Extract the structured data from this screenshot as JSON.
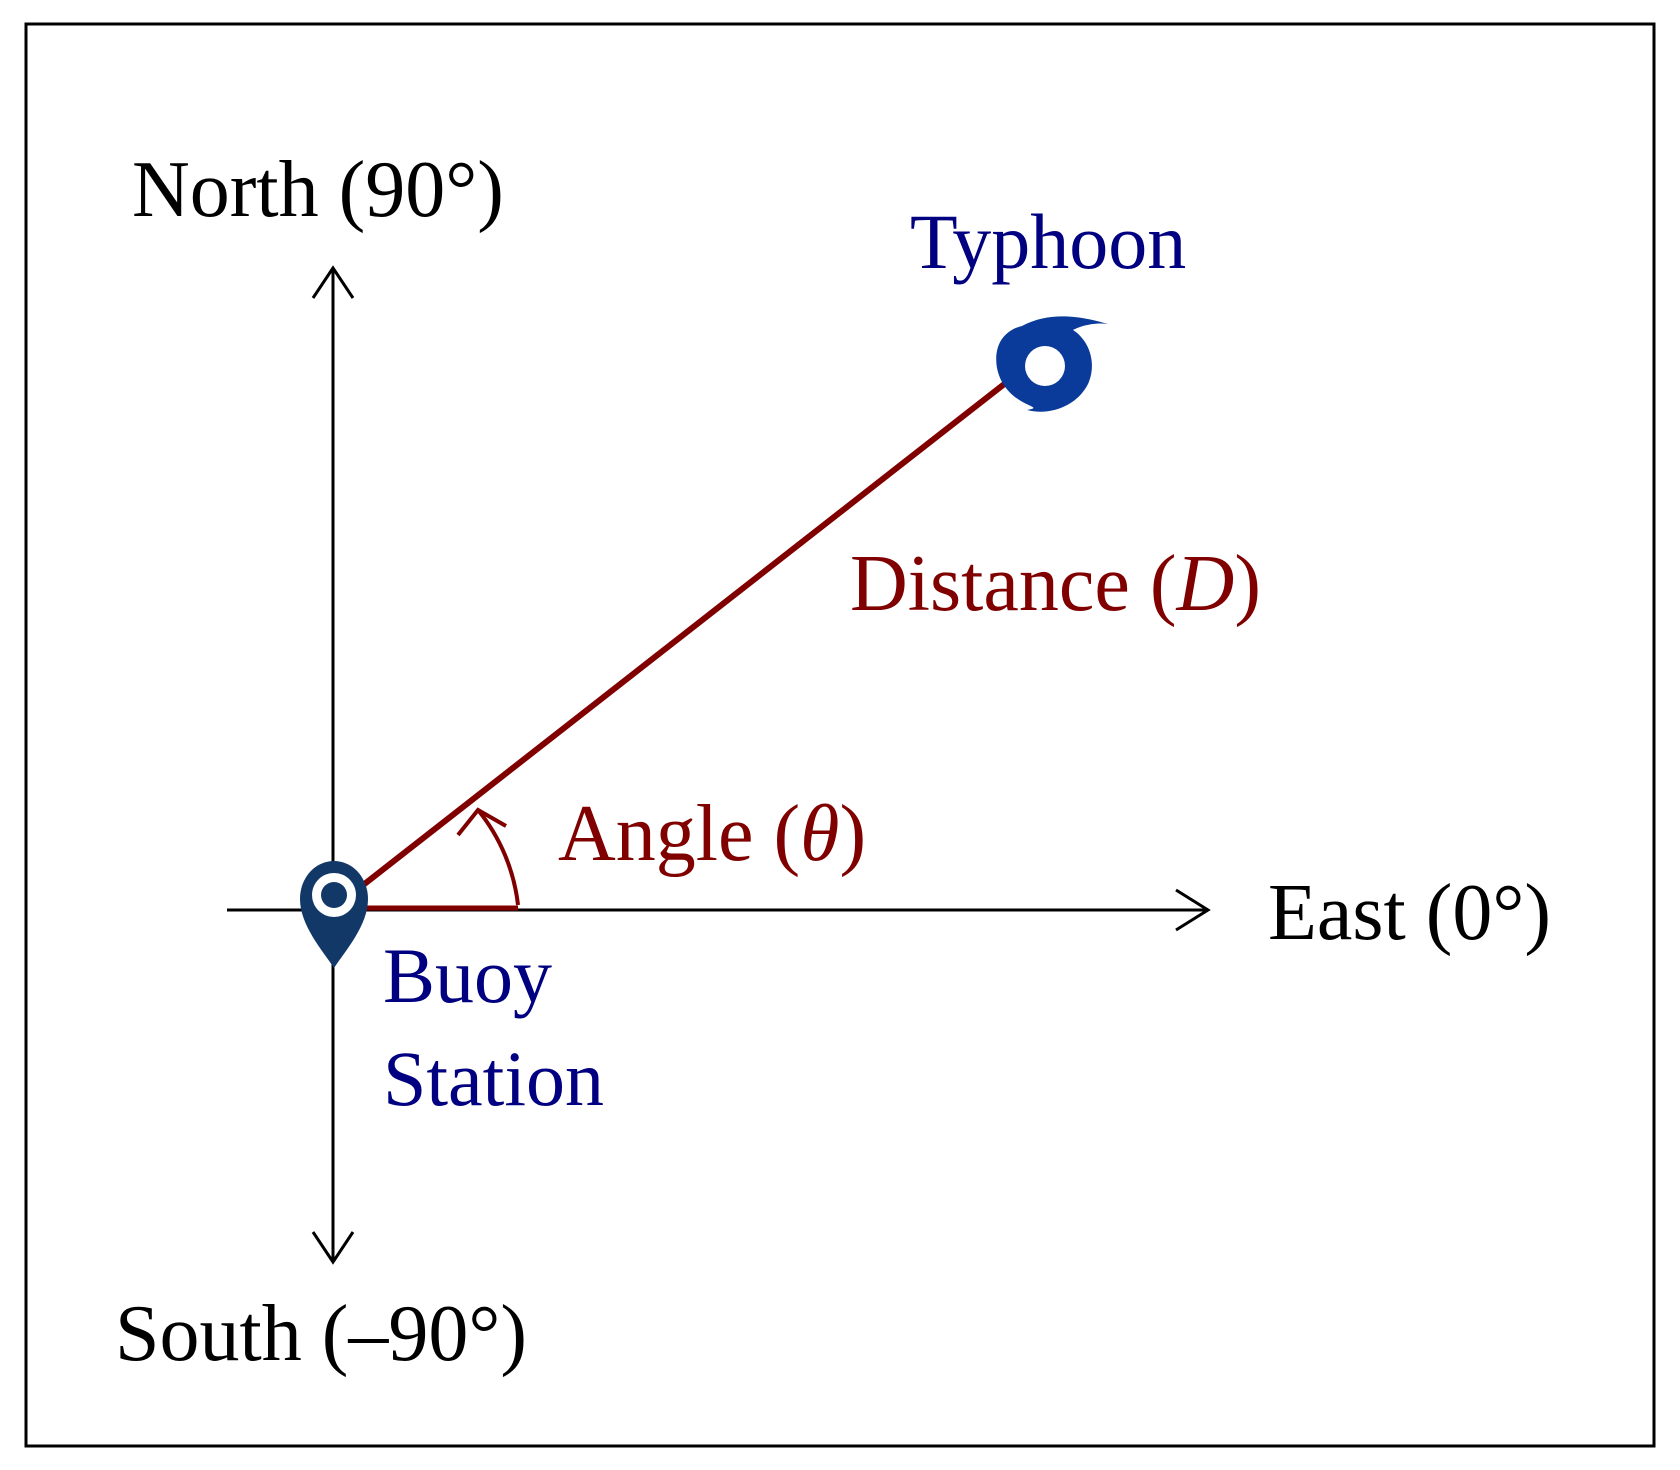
{
  "labels": {
    "north": "North (90°)",
    "south": "South (–90°)",
    "east": "East (0°)",
    "typhoon": "Typhoon",
    "distance_prefix": "Distance (",
    "distance_symbol": "D",
    "distance_suffix": ")",
    "angle_prefix": "Angle (",
    "angle_symbol": "θ",
    "angle_suffix": ")",
    "buoy_line1": "Buoy",
    "buoy_line2": "Station"
  },
  "colors": {
    "axes": "#000000",
    "text_dark": "#000000",
    "text_blue": "#000080",
    "text_red": "#800000",
    "distance_line": "#800000",
    "angle_arc": "#800000",
    "typhoon_icon": "#0a3a9a",
    "buoy_marker": "#123868",
    "frame": "#000000"
  },
  "icons": {
    "typhoon": "typhoon-icon",
    "buoy": "map-pin-icon"
  }
}
